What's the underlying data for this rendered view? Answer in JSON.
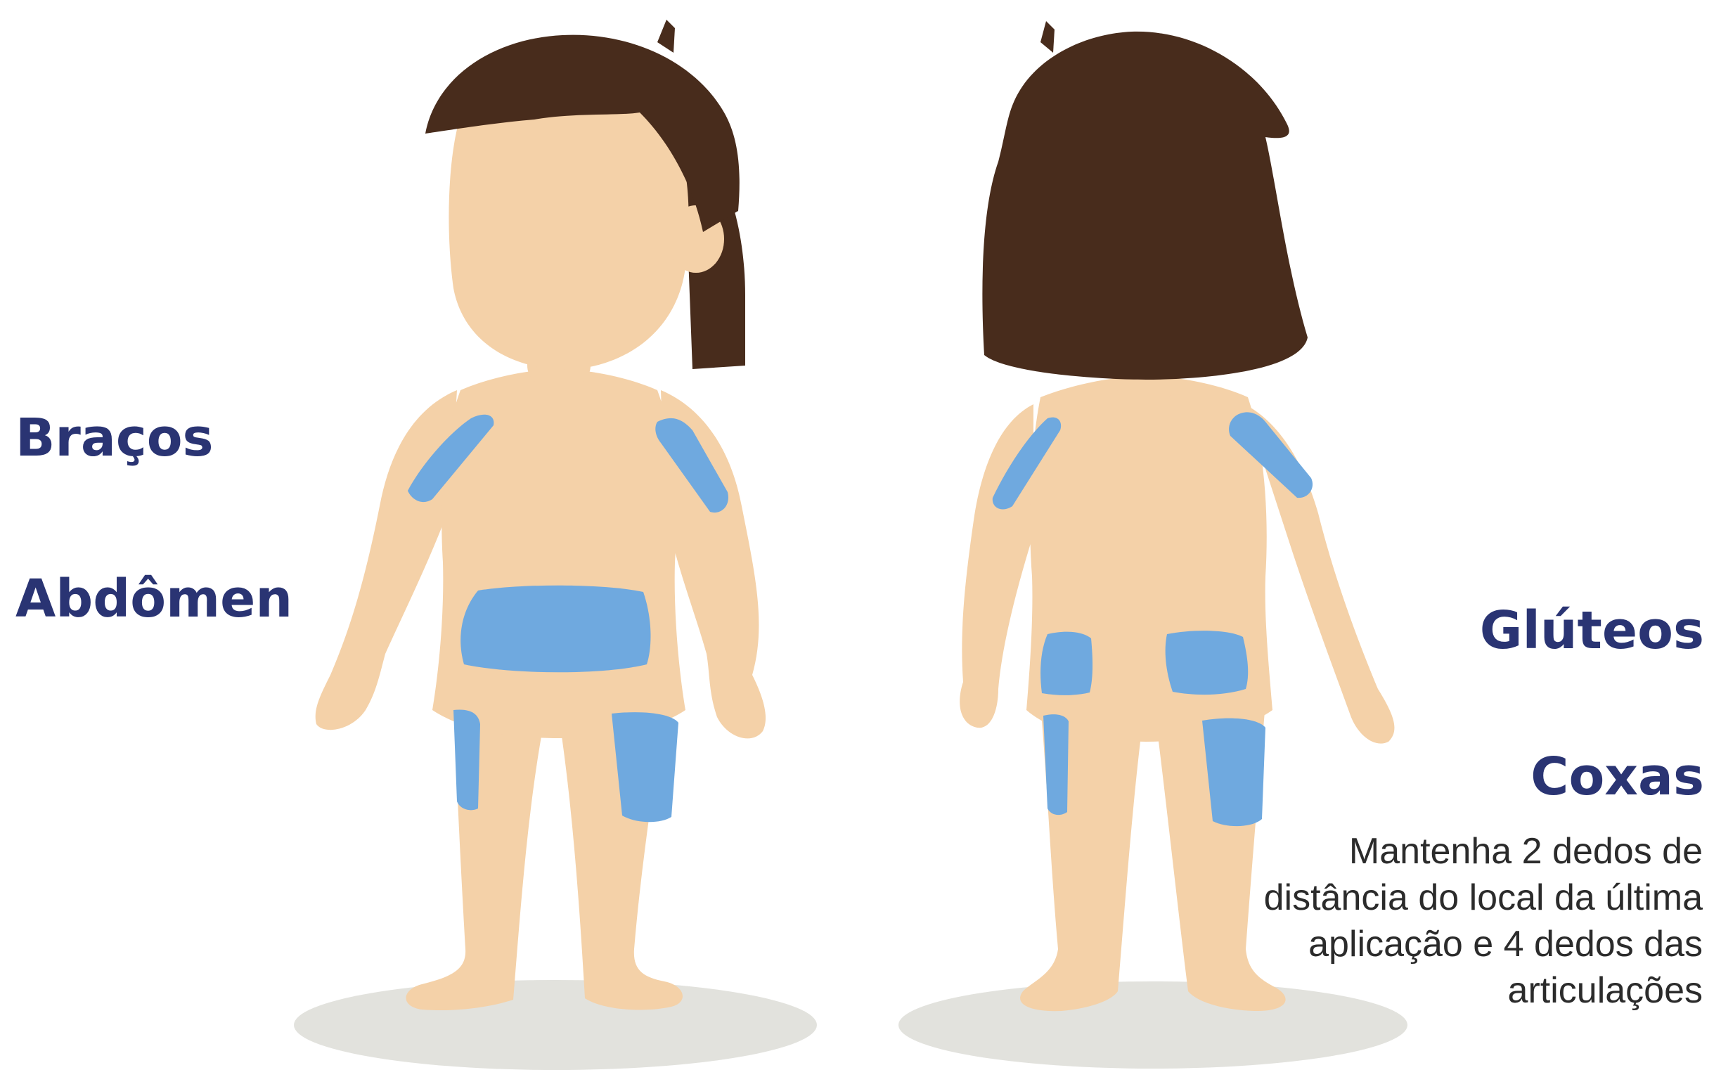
{
  "labels": {
    "arms": "Braços",
    "abdomen": "Abdômen",
    "buttocks": "Glúteos",
    "thighs": "Coxas"
  },
  "note": "Mantenha 2 dedos de distância do local da última aplicação e 4 dedos das articulações",
  "colors": {
    "skin": "#f4d1a8",
    "hair": "#482c1c",
    "injection_zone": "#6fa9df",
    "label_text": "#2a3473",
    "shadow": "#e2e2dd",
    "line_start": "#8bd15a",
    "line_end": "#2a3473"
  },
  "icons": [
    "child-front-figure",
    "child-back-figure"
  ]
}
